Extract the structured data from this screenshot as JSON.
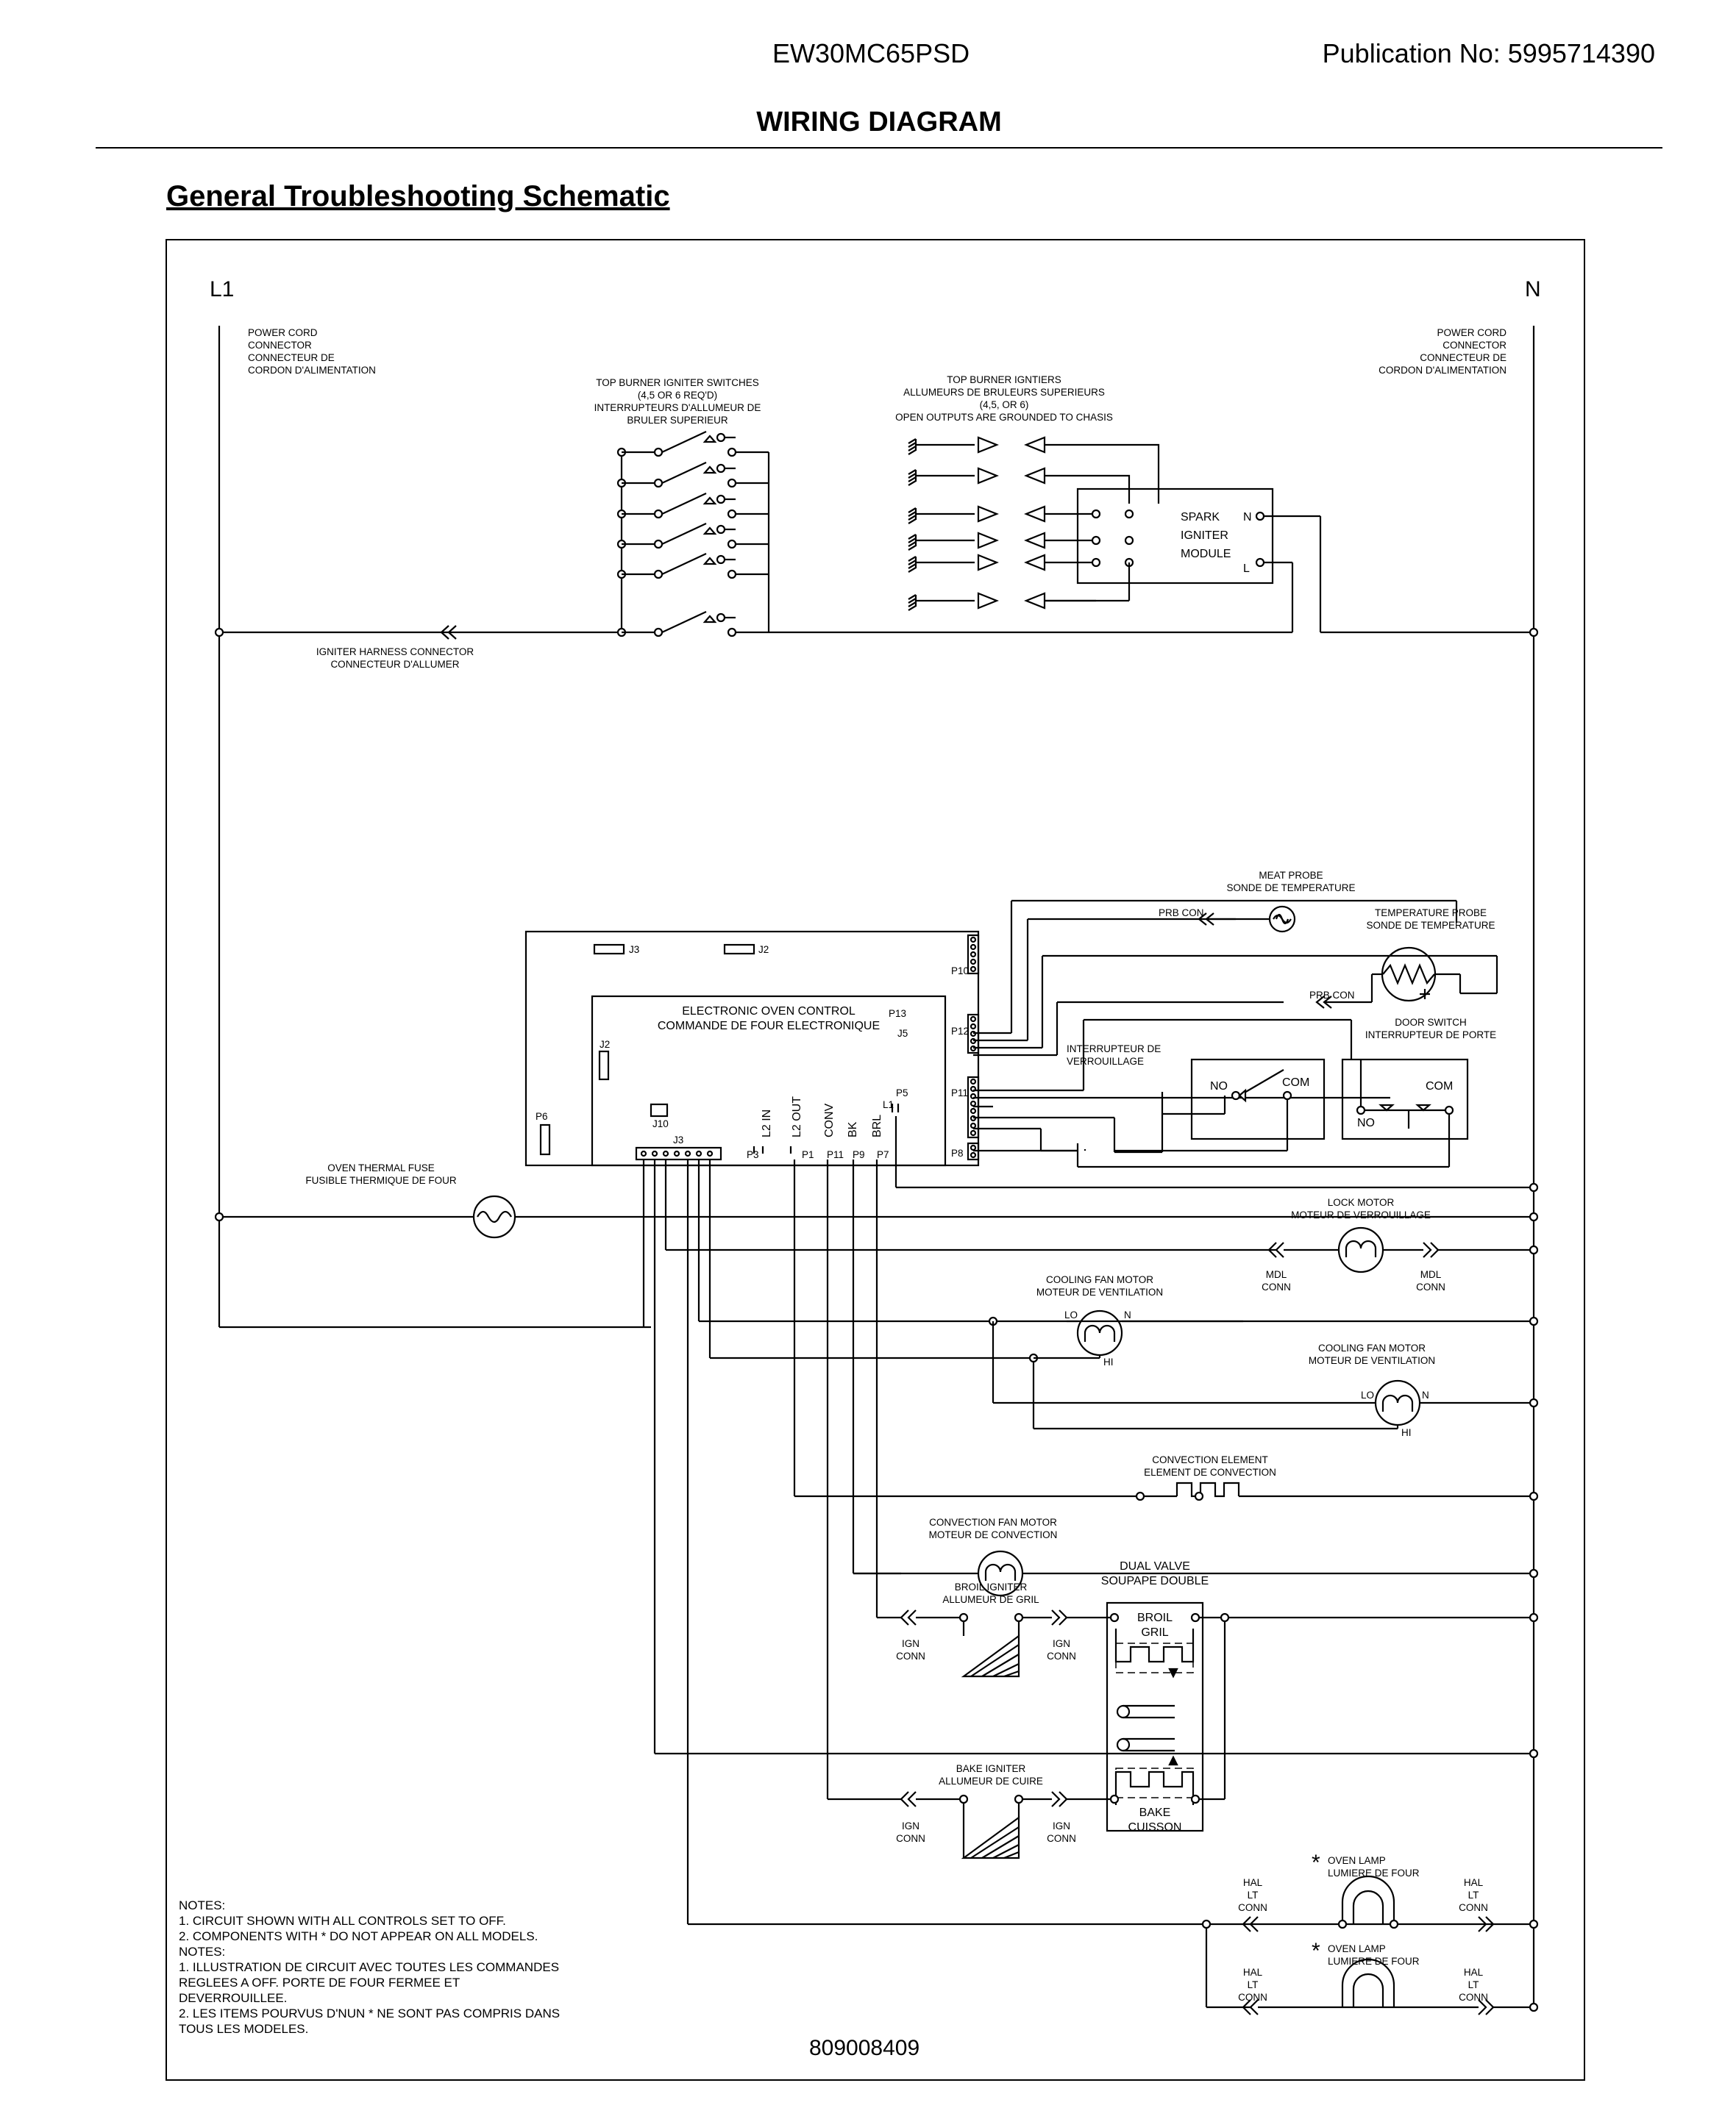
{
  "header": {
    "model": "EW30MC65PSD",
    "publication": "Publication No:  5995714390",
    "diagram_title": "WIRING DIAGRAM",
    "section_title": "General Troubleshooting Schematic"
  },
  "schematic": {
    "line_l1": "L1",
    "line_n": "N",
    "power_cord_left": [
      "POWER CORD",
      "CONNECTOR",
      "CONNECTEUR DE",
      "CORDON D'ALIMENTATION"
    ],
    "power_cord_right": [
      "POWER CORD",
      "CONNECTOR",
      "CONNECTEUR DE",
      "CORDON D'ALIMENTATION"
    ],
    "igniter_switches": [
      "TOP BURNER IGNITER SWITCHES",
      "(4,5 OR 6 REQ'D)",
      "INTERRUPTEURS D'ALLUMEUR DE",
      "BRULER SUPERIEUR"
    ],
    "igniters": [
      "TOP BURNER IGNTIERS",
      "ALLUMEURS DE BRULEURS SUPERIEURS",
      "(4,5, OR 6)",
      "OPEN OUTPUTS ARE GROUNDED TO CHASIS"
    ],
    "spark_module": [
      "SPARK",
      "IGNITER",
      "MODULE"
    ],
    "spark_n": "N",
    "spark_l": "L",
    "harness": [
      "IGNITER HARNESS CONNECTOR",
      "CONNECTEUR D'ALLUMER"
    ],
    "meat_probe": [
      "MEAT PROBE",
      "SONDE DE TEMPERATURE"
    ],
    "temp_probe": [
      "TEMPERATURE PROBE",
      "SONDE DE TEMPERATURE"
    ],
    "prb_con": "PRB CON",
    "eoc": [
      "ELECTRONIC OVEN CONTROL",
      "COMMANDE DE FOUR ELECTRONIQUE"
    ],
    "board_labels": {
      "j3_top": "J3",
      "j2_top": "J2",
      "j2_left": "J2",
      "p6": "P6",
      "j10": "J10",
      "j3": "J3",
      "p10": "P10",
      "p12": "P12",
      "p11": "P11",
      "p8": "P8",
      "p13": "P13",
      "j5": "J5",
      "p5": "P5",
      "l1": "L1",
      "p3": "P3",
      "p1": "P1",
      "p11b": "P11",
      "p9": "P9",
      "p7": "P7",
      "l2in": "L2 IN",
      "l2out": "L2 OUT",
      "conv": "CONV",
      "bk": "BK",
      "brl": "BRL"
    },
    "lock_switch": [
      "INTERRUPTEUR DE",
      "VERROUILLAGE"
    ],
    "door_switch": [
      "DOOR SWITCH",
      "INTERRUPTEUR DE PORTE"
    ],
    "no": "NO",
    "com": "COM",
    "thermal_fuse": [
      "OVEN THERMAL FUSE",
      "FUSIBLE THERMIQUE DE FOUR"
    ],
    "lock_motor": [
      "LOCK MOTOR",
      "MOTEUR DE VERROUILLAGE"
    ],
    "mdl_conn": [
      "MDL",
      "CONN"
    ],
    "cooling_fan": [
      "COOLING FAN MOTOR",
      "MOTEUR DE VENTILATION"
    ],
    "lo": "LO",
    "hi": "HI",
    "n": "N",
    "conv_element": [
      "CONVECTION ELEMENT",
      "ELEMENT DE CONVECTION"
    ],
    "conv_fan": [
      "CONVECTION FAN MOTOR",
      "MOTEUR DE CONVECTION"
    ],
    "broil_igniter": [
      "BROIL IGNITER",
      "ALLUMEUR DE GRIL"
    ],
    "bake_igniter": [
      "BAKE IGNITER",
      "ALLUMEUR DE CUIRE"
    ],
    "ign_conn": [
      "IGN",
      "CONN"
    ],
    "dual_valve": [
      "DUAL  VALVE",
      "SOUPAPE DOUBLE"
    ],
    "broil_gril": [
      "BROIL",
      "GRIL"
    ],
    "bake_cuisson": [
      "BAKE",
      "CUISSON"
    ],
    "oven_lamp": [
      "OVEN LAMP",
      "LUMIERE DE FOUR"
    ],
    "asterisk": "*",
    "hal_lt_conn": [
      "HAL",
      "LT",
      "CONN"
    ],
    "notes": [
      "NOTES:",
      "1.   CIRCUIT SHOWN WITH ALL CONTROLS SET TO OFF.",
      "2.   COMPONENTS WITH * DO NOT APPEAR ON ALL MODELS.",
      "NOTES:",
      "1.   ILLUSTRATION DE CIRCUIT AVEC TOUTES LES COMMANDES",
      "      REGLEES A OFF.  PORTE DE FOUR FERMEE ET",
      "      DEVERROUILLEE.",
      "2.   LES ITEMS POURVUS D'NUN * NE SONT PAS COMPRIS DANS",
      "      TOUS LES MODELES."
    ],
    "drawing_number": "809008409"
  }
}
